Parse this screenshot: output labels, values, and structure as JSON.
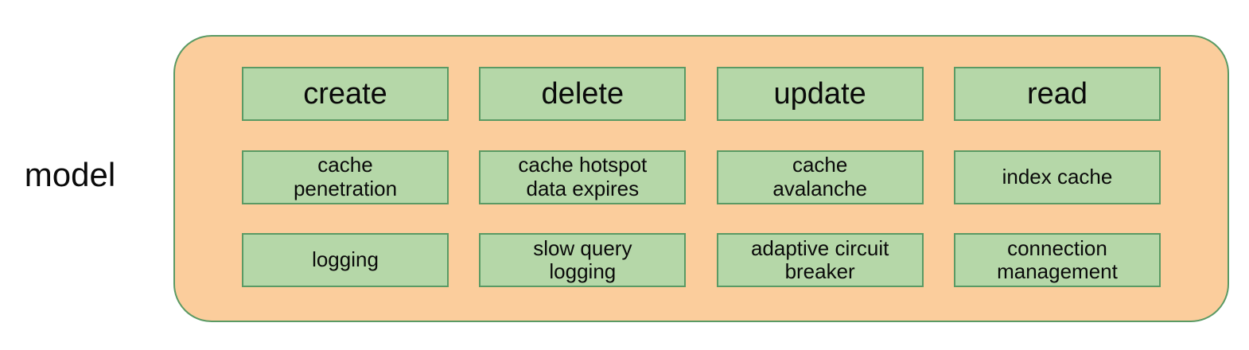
{
  "diagram": {
    "label": "model",
    "grid": {
      "rows": [
        {
          "type": "header",
          "cells": [
            "create",
            "delete",
            "update",
            "read"
          ]
        },
        {
          "type": "item",
          "cells": [
            "cache\npenetration",
            "cache hotspot\ndata expires",
            "cache\navalanche",
            "index cache"
          ]
        },
        {
          "type": "item",
          "cells": [
            "logging",
            "slow query\nlogging",
            "adaptive circuit\nbreaker",
            "connection\nmanagement"
          ]
        }
      ]
    }
  },
  "colors": {
    "container_fill": "#fbcd9c",
    "box_fill": "#b5d7a8",
    "border_green": "#5a9a64",
    "text": "#0a0a0a",
    "page_background": "#ffffff"
  }
}
